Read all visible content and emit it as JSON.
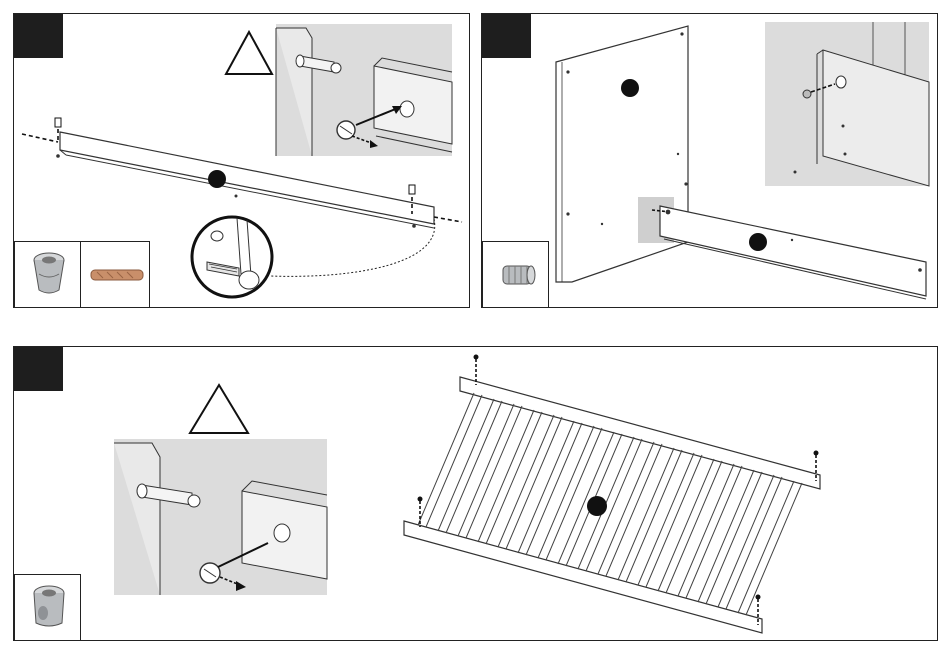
{
  "steps": [
    {
      "id": "step-1",
      "number": ""
    },
    {
      "id": "step-2",
      "number": ""
    },
    {
      "id": "step-3",
      "number": ""
    }
  ],
  "icons": {
    "warning": "warning-triangle-icon",
    "cam_lock": "cam-lock-nut-icon",
    "dowel": "wooden-dowel-icon",
    "barrel_nut": "barrel-nut-icon",
    "step_marker": "filled-circle-marker-icon"
  },
  "colors": {
    "badge": "#1e1e1e",
    "detail_bg": "#dcdcdc",
    "line": "#222222",
    "dowel": "#c98f6a",
    "metal": "#b9bcbf"
  }
}
